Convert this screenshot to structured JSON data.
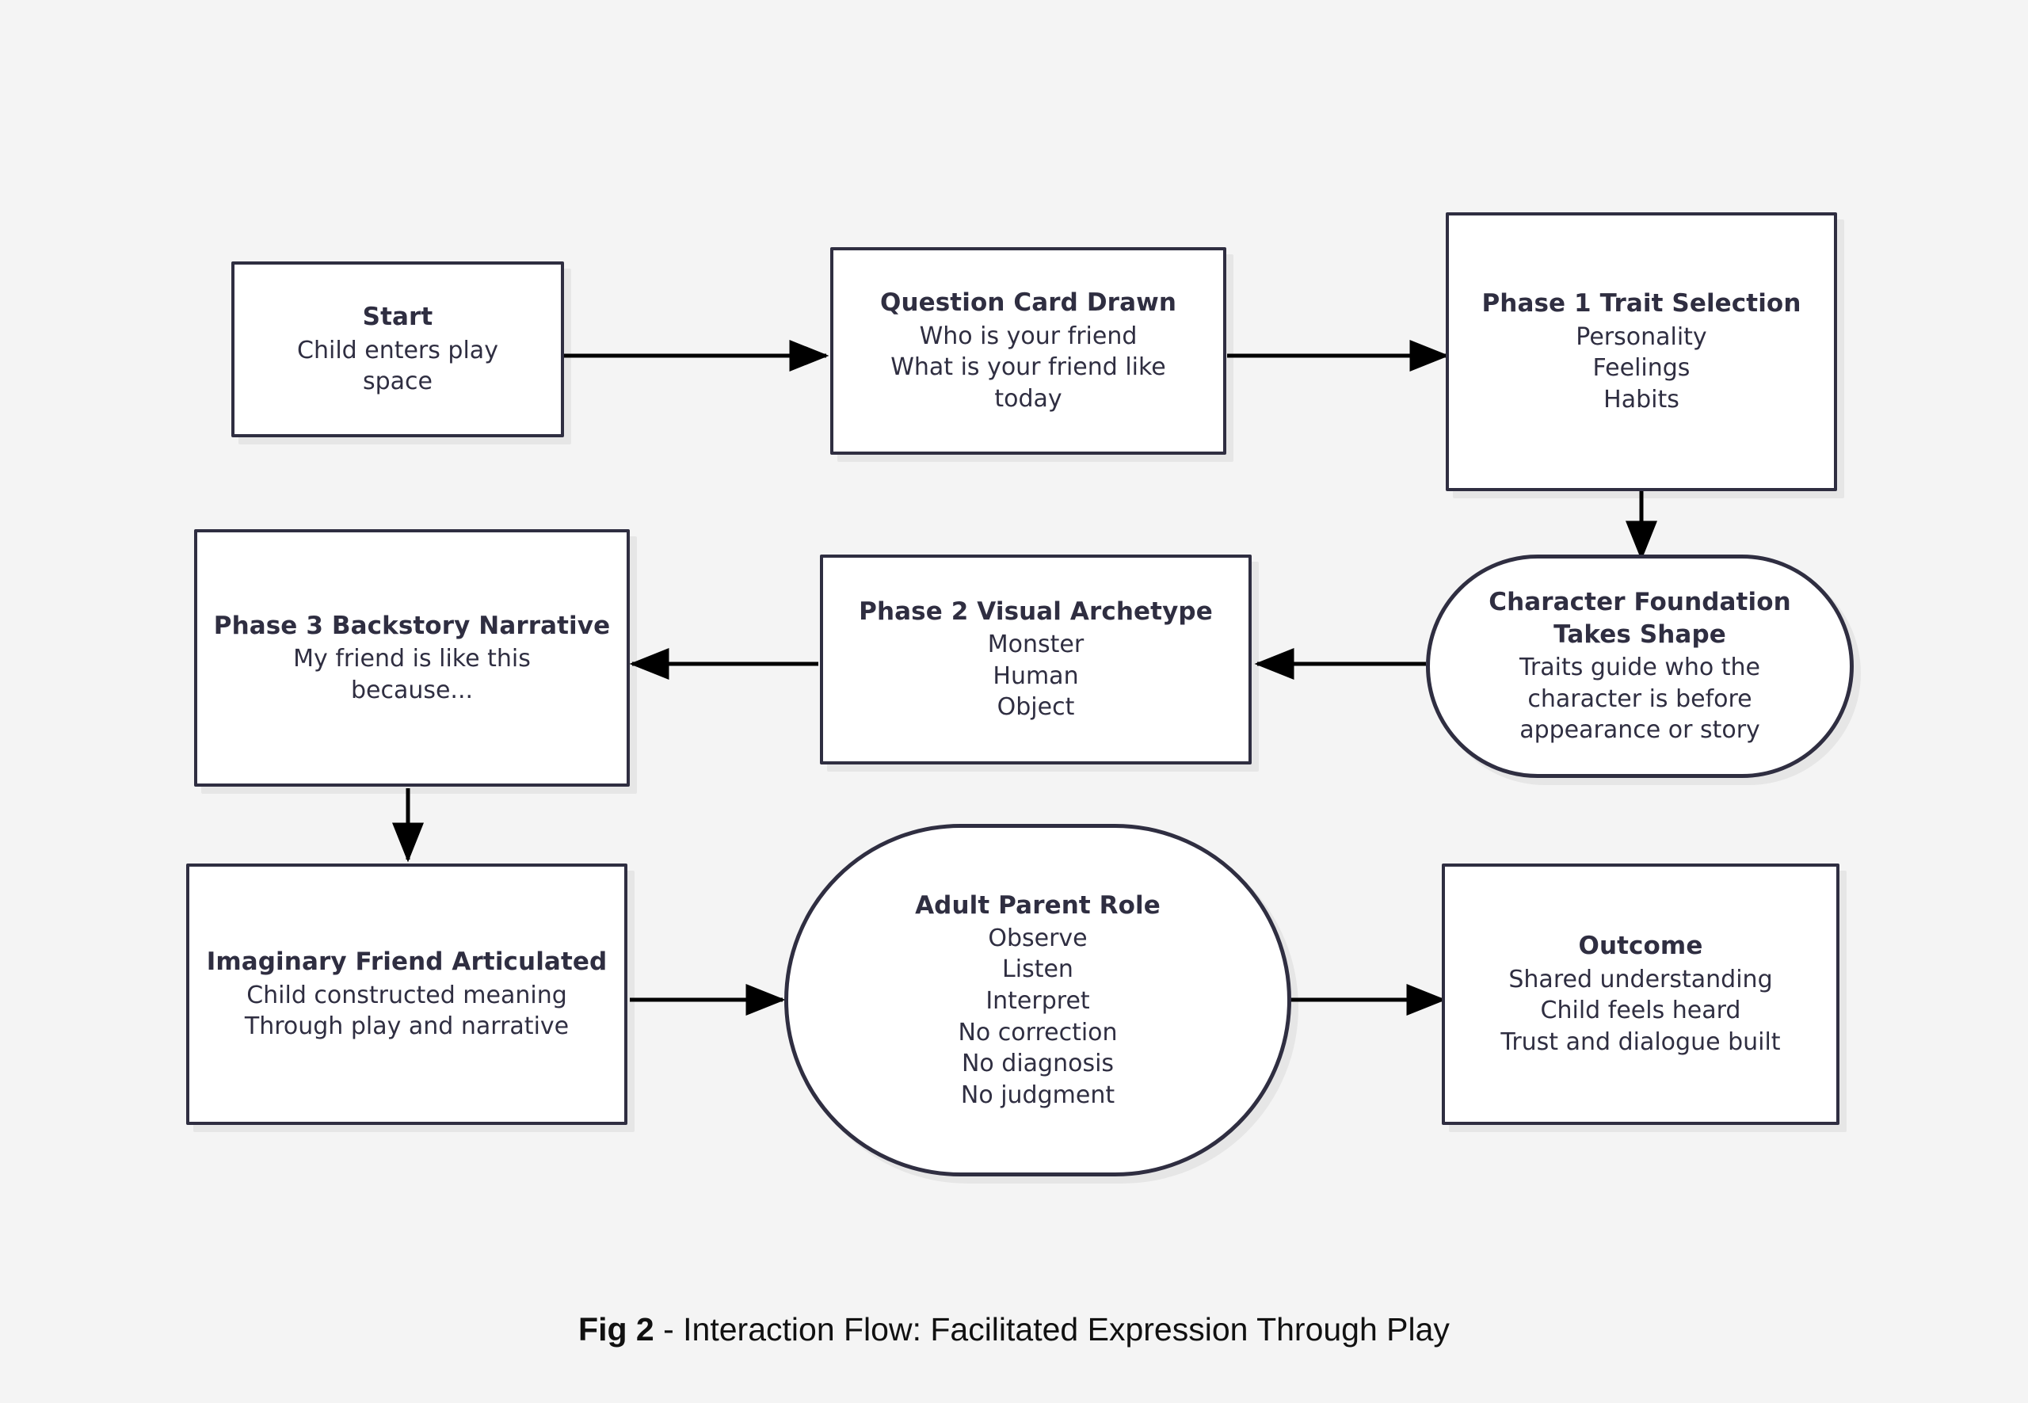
{
  "diagram": {
    "title": "Interaction Flow: Facilitated Expression Through Play",
    "caption_prefix": "Fig 2",
    "caption_rest": " - Interaction Flow: Facilitated Expression Through Play",
    "colors": {
      "background": "#f4f4f4",
      "node_fill": "#ffffff",
      "node_border": "#2f2e41",
      "text": "#2f2e41",
      "edge": "#000000",
      "caption": "#111111",
      "shadow": "#e6e6e6"
    },
    "nodes": [
      {
        "id": "start",
        "shape": "rect",
        "title": "Start",
        "lines": [
          "Child enters play",
          "space"
        ]
      },
      {
        "id": "question-card-drawn",
        "shape": "rect",
        "title": "Question Card Drawn",
        "lines": [
          "Who is your friend",
          "What is your friend like",
          "today"
        ]
      },
      {
        "id": "phase-1-trait-selection",
        "shape": "rect",
        "title": "Phase 1 Trait Selection",
        "lines": [
          "Personality",
          "Feelings",
          "Habits"
        ]
      },
      {
        "id": "character-foundation-takes-shape",
        "shape": "stadium",
        "title": "Character Foundation Takes Shape",
        "lines": [
          "Traits guide who the",
          "character is before",
          "appearance or story"
        ]
      },
      {
        "id": "phase-2-visual-archetype",
        "shape": "rect",
        "title": "Phase 2 Visual Archetype",
        "lines": [
          "Monster",
          "Human",
          "Object"
        ]
      },
      {
        "id": "phase-3-backstory-narrative",
        "shape": "rect",
        "title": "Phase 3 Backstory Narrative",
        "lines": [
          "My friend is like this",
          "because..."
        ]
      },
      {
        "id": "imaginary-friend-articulated",
        "shape": "rect",
        "title": "Imaginary Friend Articulated",
        "lines": [
          "Child constructed meaning",
          "Through play and narrative"
        ]
      },
      {
        "id": "adult-parent-role",
        "shape": "stadium",
        "title": "Adult Parent Role",
        "lines": [
          "Observe",
          "Listen",
          "Interpret",
          "No correction",
          "No diagnosis",
          "No judgment"
        ]
      },
      {
        "id": "outcome",
        "shape": "rect",
        "title": "Outcome",
        "lines": [
          "Shared understanding",
          "Child feels heard",
          "Trust and dialogue built"
        ]
      }
    ],
    "edges": [
      {
        "from": "start",
        "to": "question-card-drawn",
        "direction": "right"
      },
      {
        "from": "question-card-drawn",
        "to": "phase-1-trait-selection",
        "direction": "right"
      },
      {
        "from": "phase-1-trait-selection",
        "to": "character-foundation-takes-shape",
        "direction": "down"
      },
      {
        "from": "character-foundation-takes-shape",
        "to": "phase-2-visual-archetype",
        "direction": "left"
      },
      {
        "from": "phase-2-visual-archetype",
        "to": "phase-3-backstory-narrative",
        "direction": "left"
      },
      {
        "from": "phase-3-backstory-narrative",
        "to": "imaginary-friend-articulated",
        "direction": "down"
      },
      {
        "from": "imaginary-friend-articulated",
        "to": "adult-parent-role",
        "direction": "right"
      },
      {
        "from": "adult-parent-role",
        "to": "outcome",
        "direction": "right"
      }
    ]
  }
}
